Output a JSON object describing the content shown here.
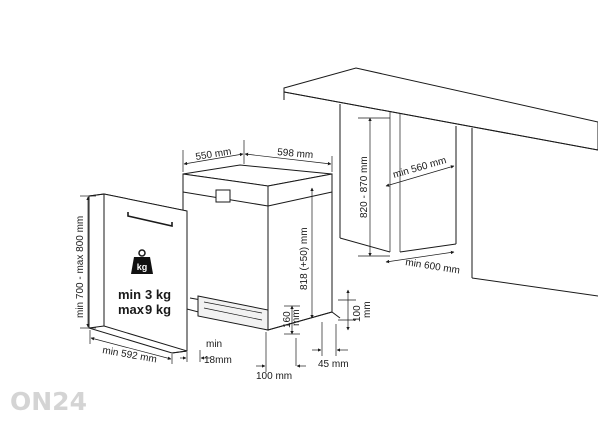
{
  "dimensions": {
    "depth": "550 mm",
    "width": "598 mm",
    "niche_depth": "min 560 mm",
    "niche_height": "820 - 870 mm",
    "niche_width": "min 600 mm",
    "appliance_height": "818 (+50) mm",
    "door_height": "min 700 - max 800 mm",
    "door_width": "min 592 mm",
    "kick_min": "min",
    "kick_value": "18mm",
    "plinth_height_a": "160",
    "plinth_height_b": "mm",
    "plinth_depth": "100 mm",
    "foot_height_a": "100",
    "foot_height_b": "mm",
    "foot_depth": "45 mm"
  },
  "door_weight": {
    "icon_label": "kg",
    "min_label": "min",
    "min_value": "3 kg",
    "max_label": "max",
    "max_value": "9 kg"
  },
  "watermark": "ON24"
}
